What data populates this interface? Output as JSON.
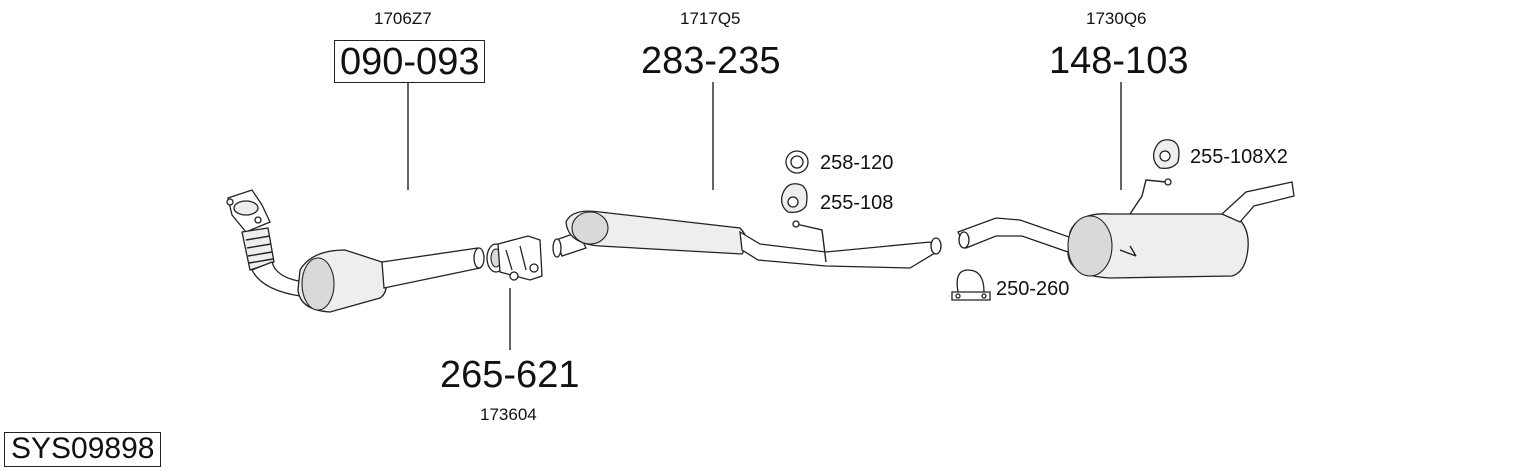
{
  "system_code": "SYS09898",
  "parts": {
    "front": {
      "ref": "1706Z7",
      "number": "090-093"
    },
    "clamp": {
      "ref": "173604",
      "number": "265-621"
    },
    "middle": {
      "ref": "1717Q5",
      "number": "283-235"
    },
    "rear": {
      "ref": "1730Q6",
      "number": "148-103"
    }
  },
  "accessories": {
    "ring": {
      "number": "258-120",
      "icon": "sealing-ring-icon"
    },
    "mount_mid": {
      "number": "255-108",
      "icon": "rubber-mount-icon"
    },
    "mount_rear": {
      "number": "255-108X2",
      "icon": "rubber-mount-icon"
    },
    "clamp_rear": {
      "number": "250-260",
      "icon": "u-clamp-icon"
    }
  }
}
